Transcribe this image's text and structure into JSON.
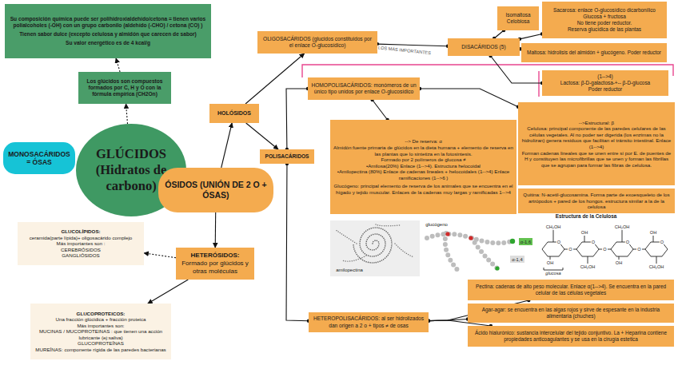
{
  "diagram": {
    "nodes": [
      {
        "text": [
          "Su composición química puede ser polihidroxialdehído/cetona = tienen varios polialcoholes (-OH) con un grupo carbonilo (aldehído (-CHO) / cetona (CO) )",
          "Tienen sabor dulce (excepto celulosa y almidón que carecen de sabor)",
          "Su valor energético es de 4 kcal/g"
        ]
      },
      {
        "text": [
          "Los glúcidos son compuestos formados por C, H y O con la fórmula empírica (CH2On)"
        ]
      },
      {
        "text": [
          "MONOSACÁRIDOS = ÓSAS"
        ]
      },
      {
        "text": [
          "GLÚCIDOS (Hidratos de carbono)"
        ]
      },
      {
        "text": [
          "ÓSIDOS (UNIÓN DE 2 O + ÓSAS)"
        ]
      },
      {
        "text": [
          "HOLÓSIDOS"
        ]
      },
      {
        "text": [
          "OLIGOSACÁRIDOS (glucidos constituidos por el enlace O-glucosídico)"
        ]
      },
      {
        "text": [
          "DISACÁRIDOS (5)"
        ]
      },
      {
        "text": [
          "Isomaltosa",
          "Celobiosa"
        ]
      },
      {
        "text": [
          "Sacarosa: enlace O-glucosídico dicarbonílico",
          "Glucosa + fructosa",
          "No tiene poder reductor.",
          "Reserva glucídica de las plantas"
        ]
      },
      {
        "text": [
          "Maltosa: hidrolisis del almidón + glucógeno. Poder reductor"
        ]
      },
      {
        "text": [
          "(1-->4)",
          "Lactosa: β-D-galactosa-+-- β-D-glucosa",
          "Poder reductor"
        ]
      },
      {
        "text": [
          "POLISACÁRIDOS"
        ]
      },
      {
        "text": [
          "HOMOPOLISACÁRIDOS: monómeros de un único tipo unidos por enlace O-glucosídico"
        ]
      },
      {
        "text": [
          "--> De reserva: α",
          "Almidón:fuente primaria de glúcidos en la dieta humana + elemento de reserva en las plantas que lo sintetiza en la fotosintesis.",
          "Formado por 2 polímeros de glucosa ≠",
          "•Amilosa(20%) Enlace (1-->4). Estructura helocoidal",
          "•Amilopectina (80%) Enlace de cadenas lineales + helocoidales (1-->4) Enlace ramificaciones (1-->6 )",
          "Glucógeno: principal elemento de reserva de los animales que se encuentra en el hígado y tejido muscular. Enlaces de la cadenas muy largas y ramificadas 1-->4"
        ]
      },
      {
        "text": [
          "-->Estructural: β",
          "Celulosa: principal componente de las paredes celulares de las células vegetales. Al no poder ser digerida (los enzimas no la hidrolizan) genera residuos que facilitan el tránsito intestinal. Enlace (1-->4)",
          "Forman cadenas lineales que se unen entre sí por E. de puentes de H y constituyen las microfibrillas que se unen y forman las fibrillas que se agrupan para formar las fibras de celulosa."
        ]
      },
      {
        "text": [
          "Quitina: N-acetil-glucosamina. Forma parte de exoesqueleto de los artrópodos + pared de los hongos. estructura similar a la de la celulosa"
        ]
      },
      {
        "text": [
          "HETEROPOLISACÁRIDOS: al ser hidrolizados dan origen a 2 o + tipos ≠ de osas"
        ]
      },
      {
        "text": [
          "Pectina: cadenas de alto peso molecular. Enlace α(1-->4). Se encuentra en la pared celular de las células vegetales"
        ]
      },
      {
        "text": [
          "Agar-agar: se encuentra en las algas rojos y sirve de espesante en la industria alimentaria (chuches)"
        ]
      },
      {
        "text": [
          "Ácido hialurónico: sustancia intercelular del tejido conjuntivo. La + Heparina contiene propiedades anticoagulantes y se usa en la cirugía estetica"
        ]
      },
      {
        "text": [
          "HETERÓSIDOS:",
          "Formado por glúcidos y otras moléculas"
        ]
      },
      {
        "text": [
          "GLUCOLÍPIDOS:",
          "ceramida(parte lípida)+ oligosacárido complejo",
          "Más importantes son :",
          "CEREBRÓSIDOS",
          "GANGLIÓSIDOS"
        ]
      },
      {
        "text": [
          "GLUCOPROTEICOS:",
          "Una fracción glúcidica + fracción proteica",
          "Más importantes son:",
          "MUCINAS / MUCOPROTEINAS : que tienen una acción lubricante (ej:saliva)",
          "GLUCOPROTEÍNAS",
          "MUREÍNAS: componente rígida de las paredes bacterianas"
        ]
      }
    ],
    "edges": [
      {
        "from": 3,
        "to": 1,
        "arrow": "to"
      },
      {
        "from": 1,
        "to": 0,
        "arrow": "to"
      },
      {
        "from": 4,
        "to": 5,
        "arrow": "to"
      },
      {
        "from": 5,
        "to": 6,
        "arrow": "to"
      },
      {
        "from": 6,
        "to": 7,
        "arrow": "none"
      },
      {
        "from": 7,
        "to": 8,
        "arrow": "none"
      },
      {
        "from": 7,
        "to": 9,
        "arrow": "none"
      },
      {
        "from": 7,
        "to": 10,
        "arrow": "none"
      },
      {
        "from": 7,
        "to": 11,
        "arrow": "none"
      },
      {
        "from": 5,
        "to": 12,
        "arrow": "to"
      },
      {
        "from": 12,
        "to": 13,
        "arrow": "none"
      },
      {
        "from": 13,
        "to": 14,
        "arrow": "none"
      },
      {
        "from": 13,
        "to": 15,
        "arrow": "none"
      },
      {
        "from": 12,
        "to": 17,
        "arrow": "none"
      },
      {
        "from": 17,
        "to": 18,
        "arrow": "none"
      },
      {
        "from": 17,
        "to": 19,
        "arrow": "none"
      },
      {
        "from": 17,
        "to": 20,
        "arrow": "none"
      },
      {
        "from": 4,
        "to": 21,
        "arrow": "to"
      },
      {
        "from": 21,
        "to": 22,
        "arrow": "to"
      },
      {
        "from": 21,
        "to": 23,
        "arrow": "to"
      }
    ],
    "labels": [
      "LOS MÁS IMPORTANTES",
      "amilopectina",
      "glucógeno",
      "α-1,6",
      "α-1,4",
      "Estructura de la Celulosa",
      "glucosa",
      "CH₂OH",
      "CH₂OH",
      "CH₂OH",
      "CH₂OH",
      "O",
      "O",
      "O",
      "O",
      "O",
      "O",
      "O",
      "OH",
      "OH",
      "OH",
      "OH"
    ]
  }
}
